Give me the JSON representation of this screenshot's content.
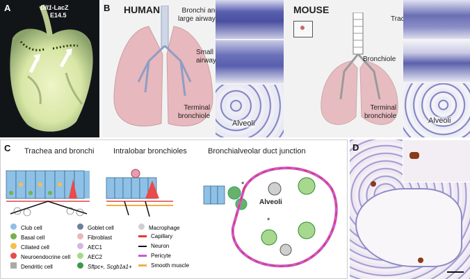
{
  "panelA": {
    "label": "A",
    "title_gene": "Dll1",
    "title_suffix": "-LacZ",
    "stage": "E14.5"
  },
  "panelB": {
    "label": "B",
    "human": {
      "heading": "HUMAN",
      "bronchi": "Bronchi and\nlarge airways",
      "small": "Small\nairway",
      "terminal": "Terminal\nbronchiole",
      "alveoli": "Alveoli"
    },
    "mouse": {
      "heading": "MOUSE",
      "trachea": "Trachea",
      "bronchiole": "Bronchiole",
      "terminal": "Terminal\nbronchiole",
      "alveoli": "Alveoli"
    }
  },
  "panelC": {
    "label": "C",
    "sections": [
      "Trachea and bronchi",
      "Intralobar bronchioles",
      "Bronchialveolar duct junction"
    ],
    "alveoli_label": "Alveoli",
    "asterisk": "*",
    "legend_col1": [
      "Club cell",
      "Basal cell",
      "Ciliated cell",
      "Neuroendocrine cell",
      "Dendritic cell"
    ],
    "legend_col2": [
      "Goblet cell",
      "Fibroblast",
      "AEC1",
      "AEC2"
    ],
    "legend_col2_last_a": "Sftpc+, ",
    "legend_col2_last_b": "Scgb1a1+",
    "legend_col3": [
      "Macrophage",
      "Capillary",
      "Neuron",
      "Pericyte",
      "Smooth muscle"
    ]
  },
  "panelD": {
    "label": "D"
  }
}
